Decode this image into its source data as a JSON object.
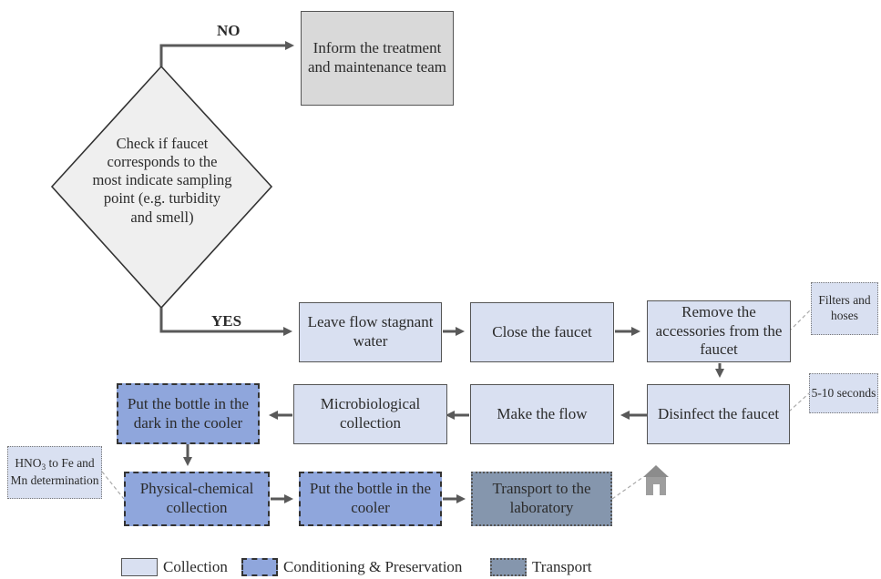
{
  "decision": {
    "question": "Check if faucet corresponds to the most indicate sampling point (e.g. turbidity and smell)",
    "no_label": "NO",
    "yes_label": "YES"
  },
  "inform_box": "Inform the treatment and maintenance team",
  "steps": {
    "leave_flow": "Leave flow stagnant water",
    "close_faucet": "Close the faucet",
    "remove_accessories": "Remove the accessories from the faucet",
    "disinfect": "Disinfect the faucet",
    "make_flow": "Make the flow",
    "microbiological": "Microbiological collection",
    "put_dark_cooler": "Put the bottle in the dark in the cooler",
    "physical_chemical": "Physical-chemical collection",
    "put_cooler": "Put the bottle in the cooler",
    "transport_lab": "Transport to the laboratory"
  },
  "notes": {
    "filters": "Filters and hoses",
    "seconds": "5-10 seconds",
    "hno3_formula": "HNO",
    "hno3_subscript": "3",
    "hno3_rest": "to Fe and Mn determination"
  },
  "legend": {
    "collection": "Collection",
    "conditioning": "Conditioning & Preservation",
    "transport": "Transport"
  },
  "icons": {
    "laboratory": "house-icon"
  },
  "colors": {
    "collection_fill": "#d9e0f1",
    "conditioning_fill": "#8fa6dc",
    "transport_fill": "#8596ad",
    "inform_fill": "#d9d9d9",
    "arrow": "#595959"
  }
}
